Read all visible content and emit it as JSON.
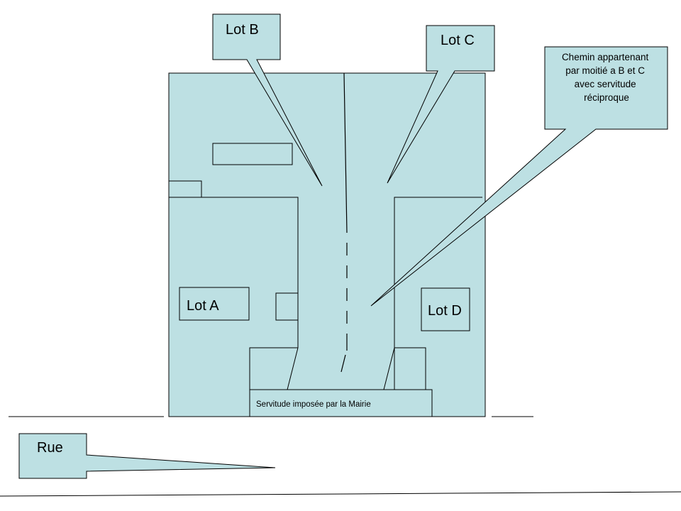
{
  "labels": {
    "lot_a": "Lot A",
    "lot_b": "Lot B",
    "lot_c": "Lot C",
    "lot_d": "Lot D",
    "rue": "Rue",
    "servitude_mairie": "Servitude  imposée par la Mairie",
    "chemin_line1": "Chemin appartenant",
    "chemin_line2": "par moitié  a B et C",
    "chemin_line3": "avec servitude",
    "chemin_line4": "réciproque"
  },
  "colors": {
    "fill": "#bde0e3",
    "stroke": "#000000"
  }
}
